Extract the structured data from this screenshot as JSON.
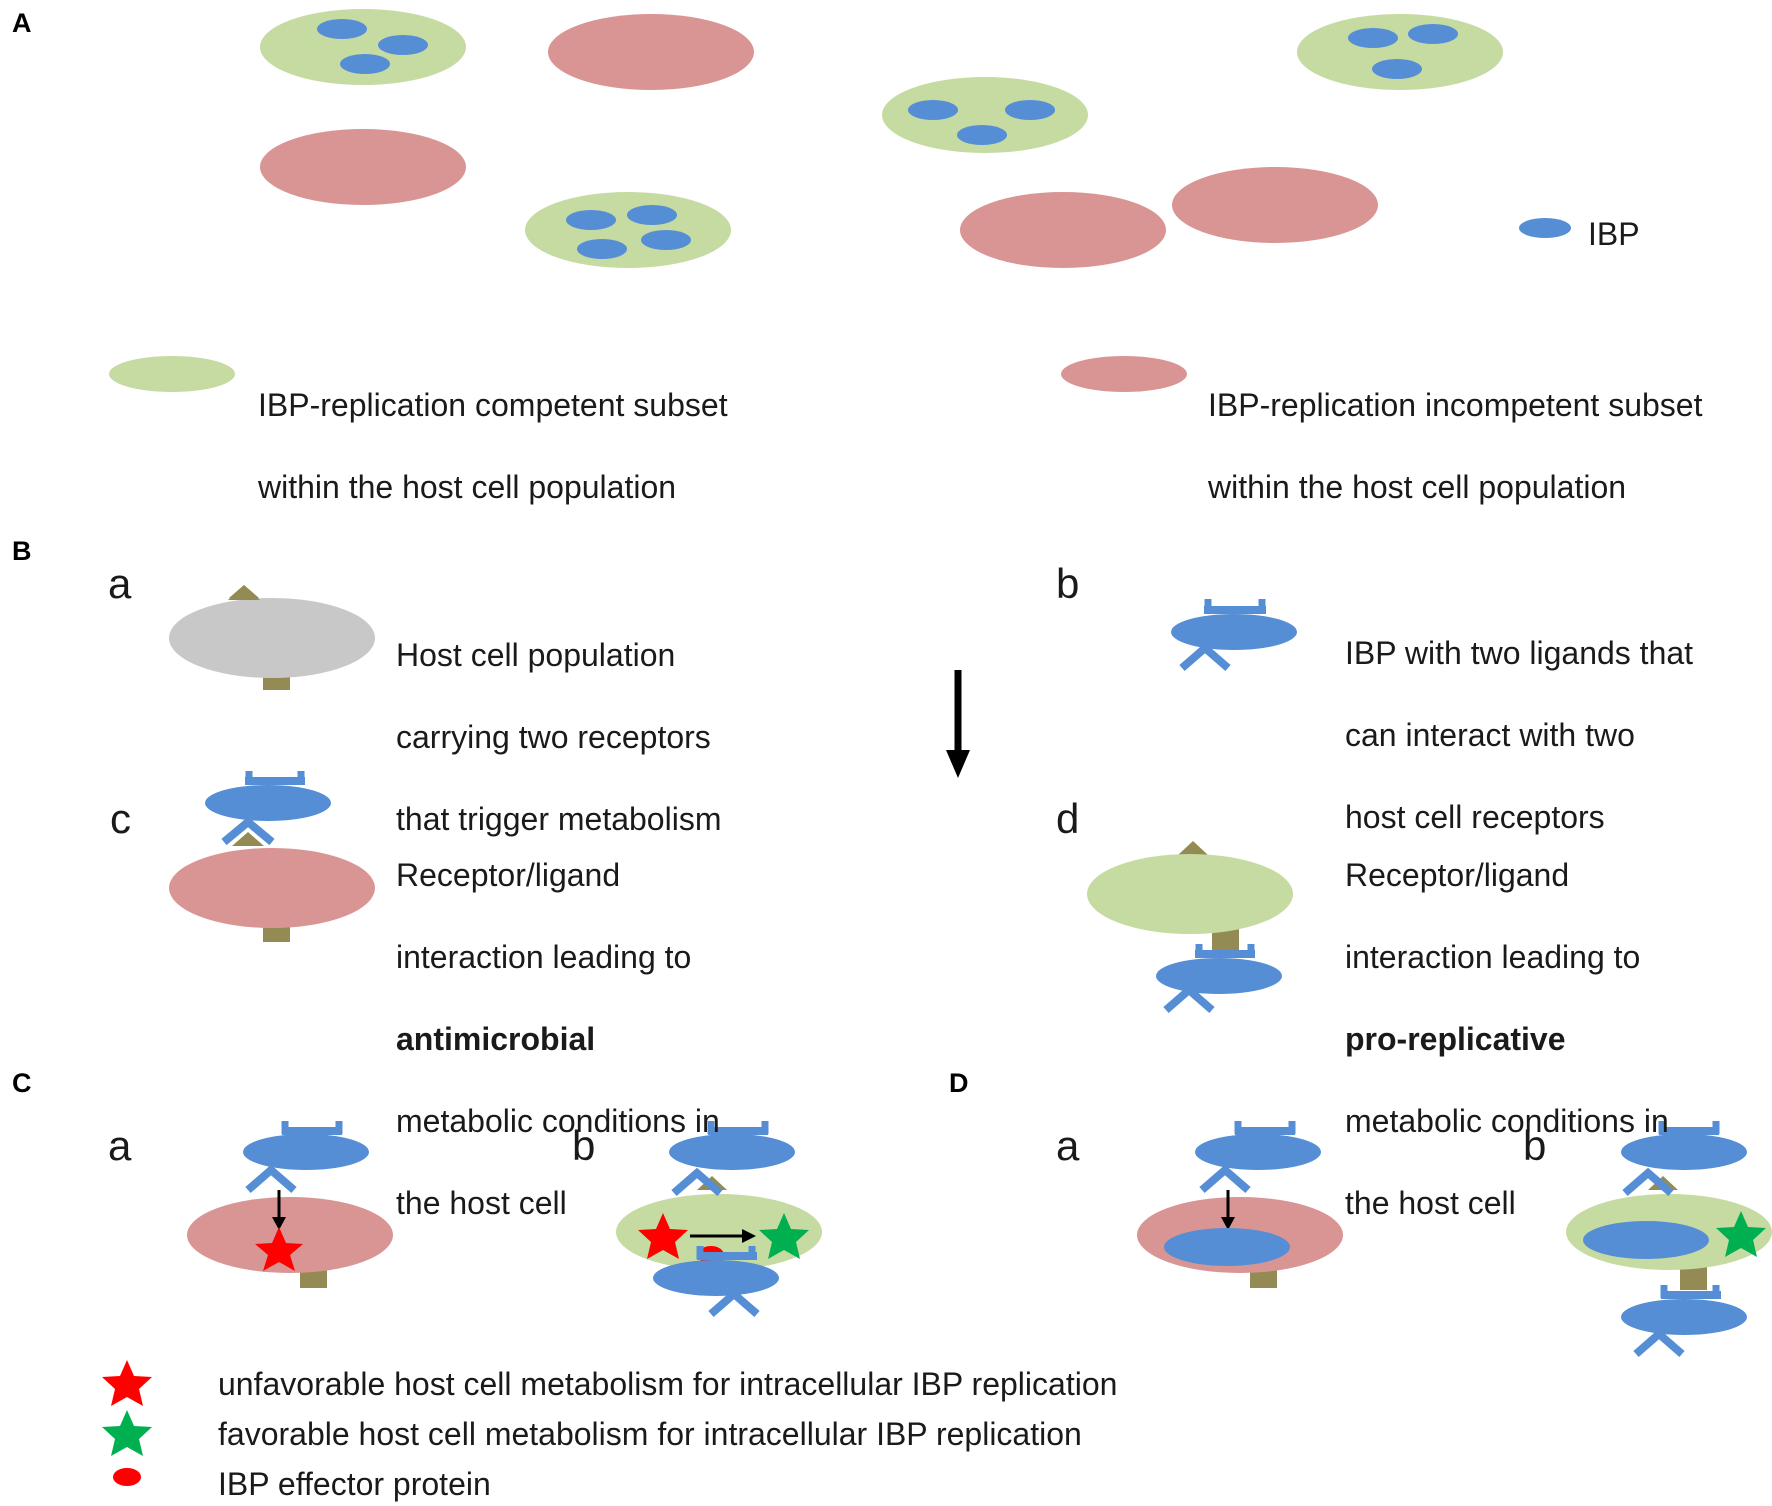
{
  "panels": {
    "A": "A",
    "B": "B",
    "C": "C",
    "D": "D"
  },
  "sublabels": {
    "B_a": "a",
    "B_b": "b",
    "B_c": "c",
    "B_d": "d",
    "C_a": "a",
    "C_b": "b",
    "D_a": "a",
    "D_b": "b"
  },
  "panelA": {
    "ibp_label": "IBP",
    "legend_competent": [
      "IBP-replication competent subset",
      "within the host cell population"
    ],
    "legend_incompetent": [
      "IBP-replication incompetent subset",
      "within the host cell population"
    ]
  },
  "panelB": {
    "a_text": [
      "Host cell population",
      "carrying two receptors",
      "that trigger metabolism"
    ],
    "b_text": [
      "IBP with two ligands that",
      "can interact with two",
      "host cell receptors"
    ],
    "c_text": [
      "Receptor/ligand",
      "interaction leading to",
      "antimicrobial",
      "metabolic conditions in",
      "the host cell"
    ],
    "d_text": [
      "Receptor/ligand",
      "interaction leading to",
      "pro-replicative",
      "metabolic conditions in",
      "the host cell"
    ]
  },
  "legend": {
    "unfavorable": "unfavorable  host cell metabolism for intracellular  IBP replication",
    "favorable": "favorable host cell metabolism for intracellular  IBP replication",
    "effector": "IBP effector protein"
  },
  "colors": {
    "green_cell": "#c6dba2",
    "red_cell": "#d99594",
    "grey_cell": "#c8c8c8",
    "ibp_blue": "#558ed5",
    "receptor_olive": "#948a54",
    "star_red": "#ff0000",
    "star_green": "#00b050"
  },
  "icons": {
    "arrow": "arrow-down-icon",
    "star_red": "red-star-icon",
    "star_green": "green-star-icon"
  }
}
